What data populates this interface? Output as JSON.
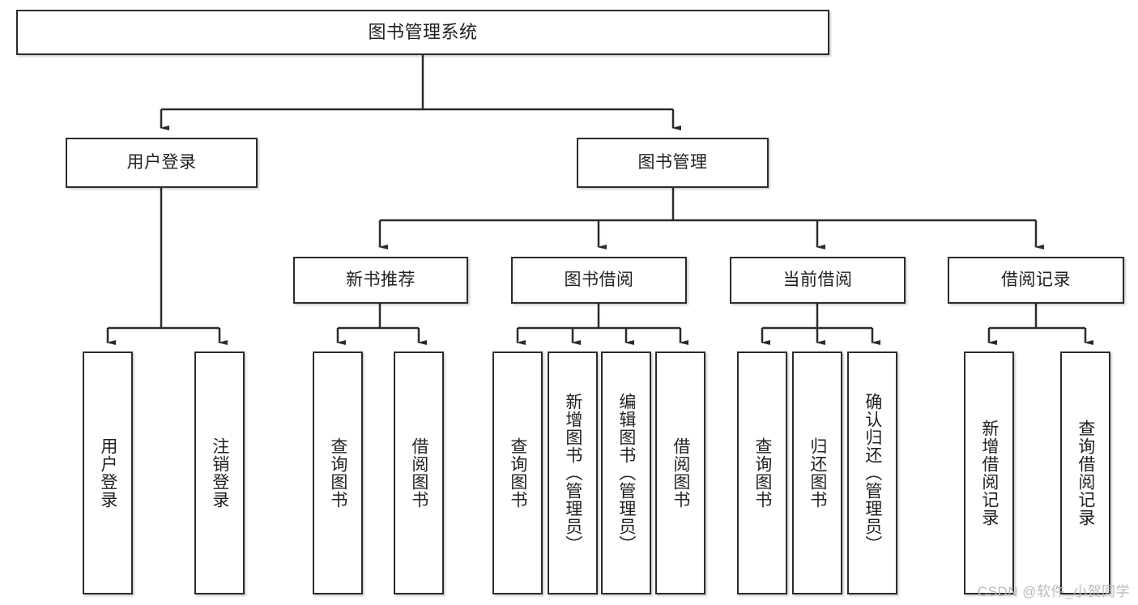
{
  "diagram": {
    "title": "图书管理系统",
    "type": "tree-hierarchy-chart",
    "root": {
      "label": "图书管理系统"
    },
    "level2": [
      {
        "label": "用户登录"
      },
      {
        "label": "图书管理"
      }
    ],
    "level3": [
      {
        "label": "新书推荐"
      },
      {
        "label": "图书借阅"
      },
      {
        "label": "当前借阅"
      },
      {
        "label": "借阅记录"
      }
    ],
    "leaves": {
      "user_login": [
        {
          "label": "用户登录"
        },
        {
          "label": "注销登录"
        }
      ],
      "new_book_recommend": [
        {
          "label": "查询图书"
        },
        {
          "label": "借阅图书"
        }
      ],
      "book_borrow": [
        {
          "label": "查询图书"
        },
        {
          "label": "新增图书（管理员）"
        },
        {
          "label": "编辑图书（管理员）"
        },
        {
          "label": "借阅图书"
        }
      ],
      "current_borrow": [
        {
          "label": "查询图书"
        },
        {
          "label": "归还图书"
        },
        {
          "label": "确认归还（管理员）"
        }
      ],
      "borrow_record": [
        {
          "label": "新增借阅记录"
        },
        {
          "label": "查询借阅记录"
        }
      ]
    }
  },
  "watermark": {
    "text": "CSDN @软件_小贺同学"
  },
  "colors": {
    "stroke": "#2b2b2b",
    "text": "#231f20",
    "background": "#ffffff",
    "watermark": "#b9b9b9"
  }
}
